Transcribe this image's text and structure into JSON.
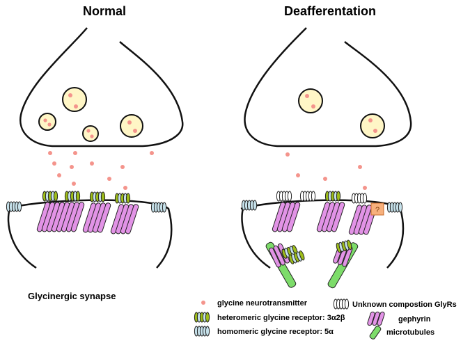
{
  "panels": {
    "normal": {
      "title": "Normal"
    },
    "deafferentation": {
      "title": "Deafferentation"
    }
  },
  "caption": "Glycinergic synapse",
  "unknown_marker": "?",
  "legend": {
    "neurotransmitter": "glycine neurotransmitter",
    "heteromeric": "heteromeric glycine receptor: 3α2β",
    "homomeric": "homomeric glycine receptor: 5α",
    "unknown": "Unknown compostion GlyRs",
    "gephyrin": "gephyrin",
    "microtubules": "microtubules"
  },
  "colors": {
    "vesicle_fill": "#fff6c6",
    "transmitter": "#f4948c",
    "gephyrin": "#e293e6",
    "heteromeric_green": "#9ebd1a",
    "homomeric_blue": "#c6e1ea",
    "microtubule": "#7ddc6a",
    "unknown_box": "#f7b07c"
  }
}
